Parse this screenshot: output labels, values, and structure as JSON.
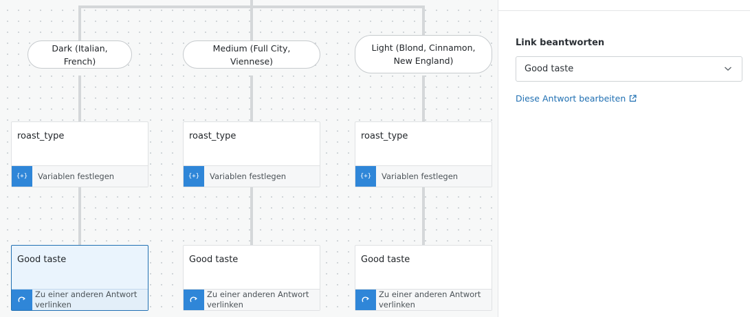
{
  "canvas": {
    "choices": [
      {
        "label": "Dark (Italian, French)"
      },
      {
        "label": "Medium (Full City, Viennese)"
      },
      {
        "label": "Light (Blond, Cinnamon, New England)"
      }
    ],
    "variable_nodes": [
      {
        "title": "roast_type",
        "footer": "Variablen festlegen",
        "icon": "{+}"
      },
      {
        "title": "roast_type",
        "footer": "Variablen festlegen",
        "icon": "{+}"
      },
      {
        "title": "roast_type",
        "footer": "Variablen festlegen",
        "icon": "{+}"
      }
    ],
    "link_nodes": [
      {
        "title": "Good taste",
        "footer": "Zu einer anderen Antwort verlinken",
        "selected": true
      },
      {
        "title": "Good taste",
        "footer": "Zu einer anderen Antwort verlinken",
        "selected": false
      },
      {
        "title": "Good taste",
        "footer": "Zu einer anderen Antwort verlinken",
        "selected": false
      }
    ]
  },
  "panel": {
    "label": "Link beantworten",
    "select_value": "Good taste",
    "edit_link": "Diese Antwort bearbeiten"
  },
  "colors": {
    "accent": "#2f86d8",
    "link": "#1f6fb2",
    "connector": "#d4d7d9"
  }
}
